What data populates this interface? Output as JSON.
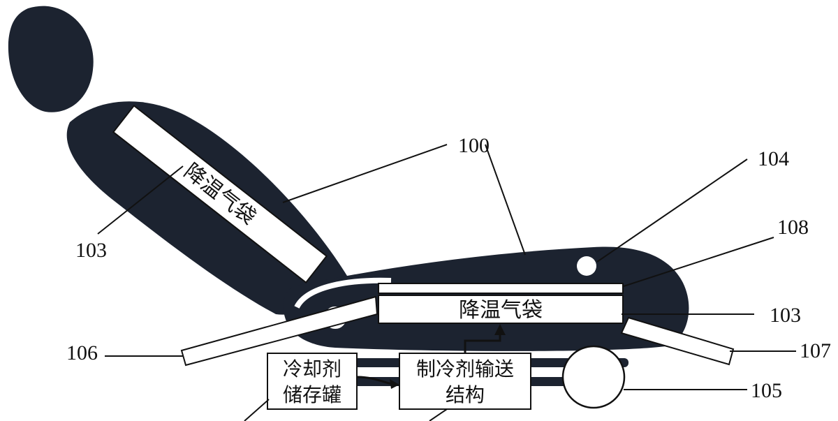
{
  "labels": {
    "seat": "100",
    "airbag_back": "103",
    "airbag_seat": "103",
    "hole_104": "104",
    "pump_105": "105",
    "pipe_106": "106",
    "pipe_107": "107",
    "layer_108": "108"
  },
  "airbag_text": "降温气袋",
  "tank": {
    "line1": "冷却剂",
    "line2": "储存罐"
  },
  "transport": {
    "line1": "制冷剂输送",
    "line2": "结构"
  },
  "colors": {
    "fill": "#1c2330",
    "stroke": "#111111",
    "background": "#ffffff"
  }
}
